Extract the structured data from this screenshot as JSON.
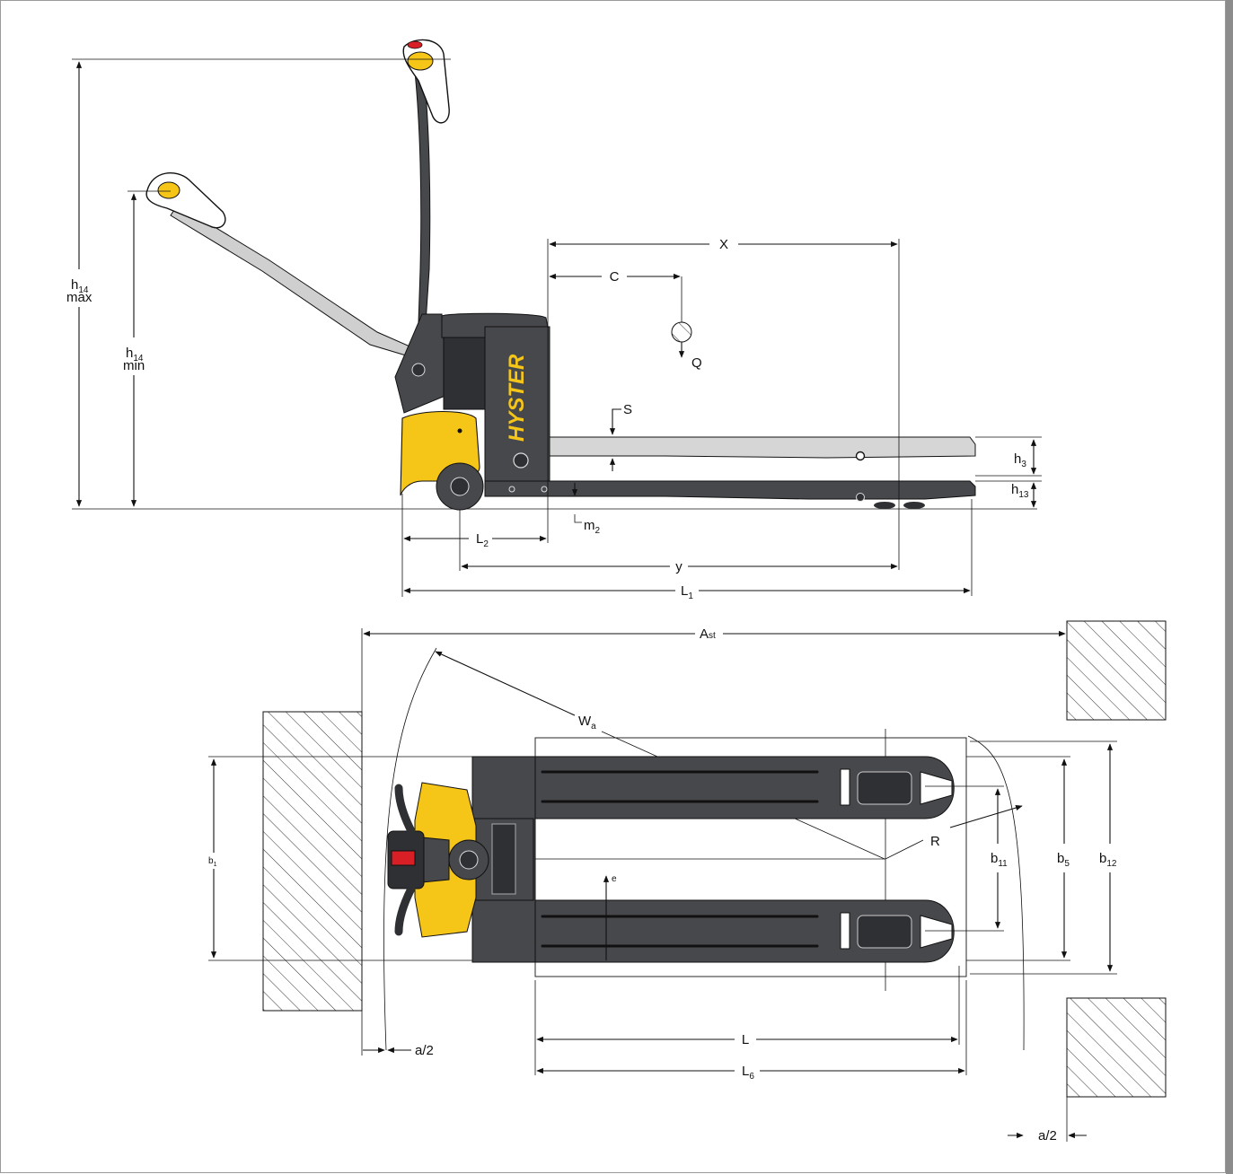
{
  "colors": {
    "body": "#47484c",
    "body_dark": "#2f3033",
    "fork_light": "#d6d6d6",
    "yellow": "#f5c518",
    "red": "#d81f26",
    "line": "#111111",
    "frame": "#9a9a9a"
  },
  "brand": {
    "text": "HYSTER"
  },
  "labels": {
    "X": "X",
    "C": "C",
    "Q": "Q",
    "S": "S",
    "h3": {
      "main": "h",
      "sub": "3"
    },
    "h13": {
      "main": "h",
      "sub": "13"
    },
    "m2": {
      "main": "m",
      "sub": "2"
    },
    "L2": {
      "main": "L",
      "sub": "2"
    },
    "y": "y",
    "L1": {
      "main": "L",
      "sub": "1"
    },
    "h14_max": {
      "main": "h",
      "sub": "14",
      "line2": "max"
    },
    "h14_min": {
      "main": "h",
      "sub": "14",
      "line2": "min"
    },
    "Ast": {
      "main": "A",
      "sub": "st"
    },
    "Wa": {
      "main": "W",
      "sub": "a"
    },
    "R": "R",
    "b1": {
      "main": "b",
      "sub": "1"
    },
    "b11": {
      "main": "b",
      "sub": "11"
    },
    "b5": {
      "main": "b",
      "sub": "5"
    },
    "b12": {
      "main": "b",
      "sub": "12"
    },
    "e": "e",
    "L": "L",
    "L6": {
      "main": "L",
      "sub": "6"
    },
    "a2_left": "a/2",
    "a2_right": "a/2"
  },
  "icons": {
    "load_center": "hatched-circle-icon",
    "obstacle": "hatched-block-icon",
    "arrow": "arrowhead-icon"
  }
}
